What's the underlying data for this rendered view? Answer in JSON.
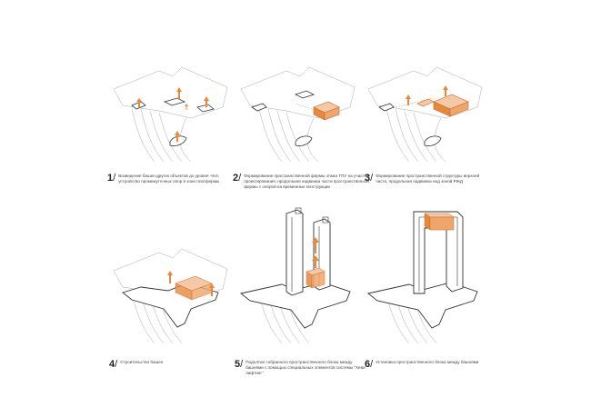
{
  "colors": {
    "accent": "#e8883a",
    "accent_light": "#f5c9a6",
    "line": "#9a9a9a",
    "dark_line": "#555555"
  },
  "steps": [
    {
      "number": "1",
      "text": "Возведение башен других объектов до уровня +8.0, устройство промежуточных опор в зоне платформы"
    },
    {
      "number": "2",
      "text": "Формирование пространственной фермы этажа ТПУ на участке проектирования, продольная надвижка части пространственной фермы с опорой на временные конструкции"
    },
    {
      "number": "3",
      "text": "Формирование пространственной структуры верхней части, продольная надвижка над зоной РЖД"
    },
    {
      "number": "4",
      "text": "Строительство башен"
    },
    {
      "number": "5",
      "text": "Подъятие собранного пространственного блока между башнями с помощью специальных элементов системы \"Хеви лифтинг\""
    },
    {
      "number": "6",
      "text": "Установка пространственного блока между башнями"
    }
  ]
}
